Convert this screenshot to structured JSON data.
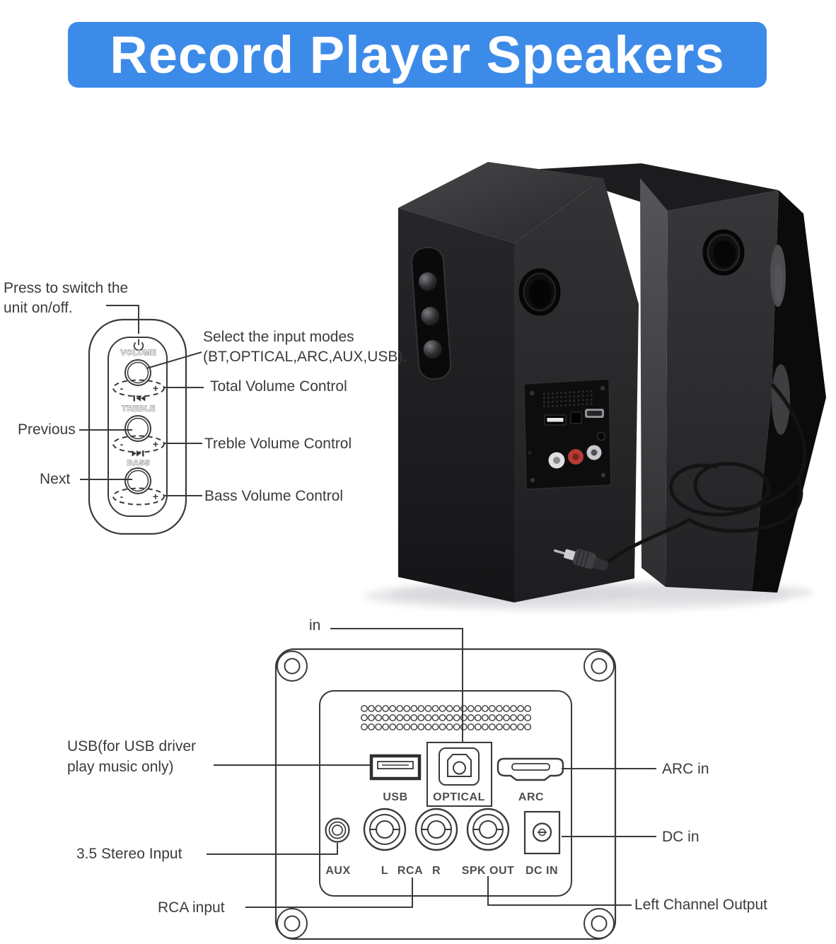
{
  "banner": {
    "title": "Record Player Speakers",
    "bg_color": "#3d8be9",
    "text_color": "#ffffff"
  },
  "colors": {
    "diagram_line": "#3a3a3a",
    "label_text": "#3b3b3b",
    "port_label_text": "#4e4e4e"
  },
  "control_panel": {
    "power_note": {
      "lines": [
        "Press to switch the",
        "unit on/off."
      ]
    },
    "input_note": {
      "lines": [
        "Select the input modes",
        "(BT,OPTICAL,ARC,AUX,USB)."
      ]
    },
    "total_volume_label": "Total Volume Control",
    "previous_label": "Previous",
    "treble_volume_label": "Treble Volume Control",
    "next_label": "Next",
    "bass_volume_label": "Bass Volume Control",
    "knobs": {
      "volume": "VOLUME",
      "treble": "TREBLE",
      "bass": "BASS"
    },
    "minus": "-",
    "plus": "+"
  },
  "back_panel": {
    "optical_in_label": "in",
    "usb_note": {
      "lines": [
        "USB(for USB driver",
        "play music only)"
      ]
    },
    "stereo_input_label": "3.5 Stereo Input",
    "rca_input_label": "RCA input",
    "arc_in_label": "ARC in",
    "dc_in_label": "DC in",
    "left_channel_label": "Left Channel Output",
    "port_labels": {
      "usb": "USB",
      "optical": "OPTICAL",
      "arc": "ARC",
      "aux": "AUX",
      "rca_l": "L",
      "rca": "RCA",
      "rca_r": "R",
      "spk_out": "SPK OUT",
      "dc_in": "DC IN"
    }
  }
}
